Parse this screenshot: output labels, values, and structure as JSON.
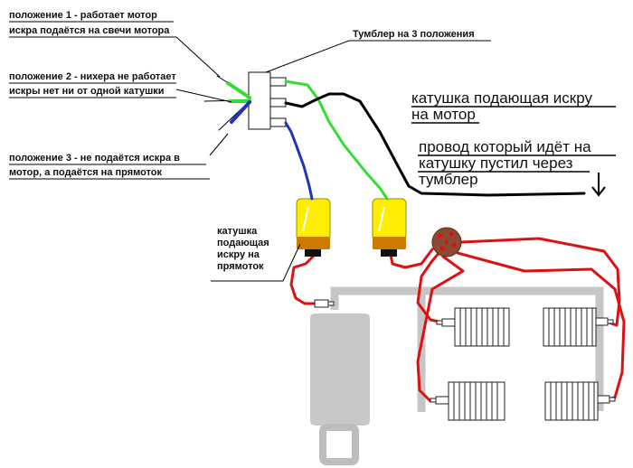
{
  "labels": {
    "pos1_line1": "положение 1 - работает мотор",
    "pos1_line2": "искра подаётся на свечи мотора",
    "pos2_line1": "положение 2 - нихера не работает",
    "pos2_line2": "искры нет ни от одной катушки",
    "pos3_line1": "положение 3 - не подаётся искра в",
    "pos3_line2": "мотор, а подаётся на прямоток",
    "toggle": "Тумблер на 3 положения",
    "coil_motor_line1": "катушка подающая искру",
    "coil_motor_line2": "на мотор",
    "wire_note_line1": "провод который идёт на",
    "wire_note_line2": "катушку пустил через",
    "wire_note_line3": "тумблер",
    "coil_muffler_line1": "катушка",
    "coil_muffler_line2": "подающая",
    "coil_muffler_line3": "искру на",
    "coil_muffler_line4": "прямоток"
  },
  "colors": {
    "wire_green": "#33dd33",
    "wire_blue": "#2233bb",
    "wire_black": "#000000",
    "wire_red": "#dd1111",
    "coil_yellow": "#ffee00",
    "coil_orange": "#cc7a00",
    "pipe_grey": "#c6c6c6",
    "distributor_brown": "#8a4a33"
  }
}
